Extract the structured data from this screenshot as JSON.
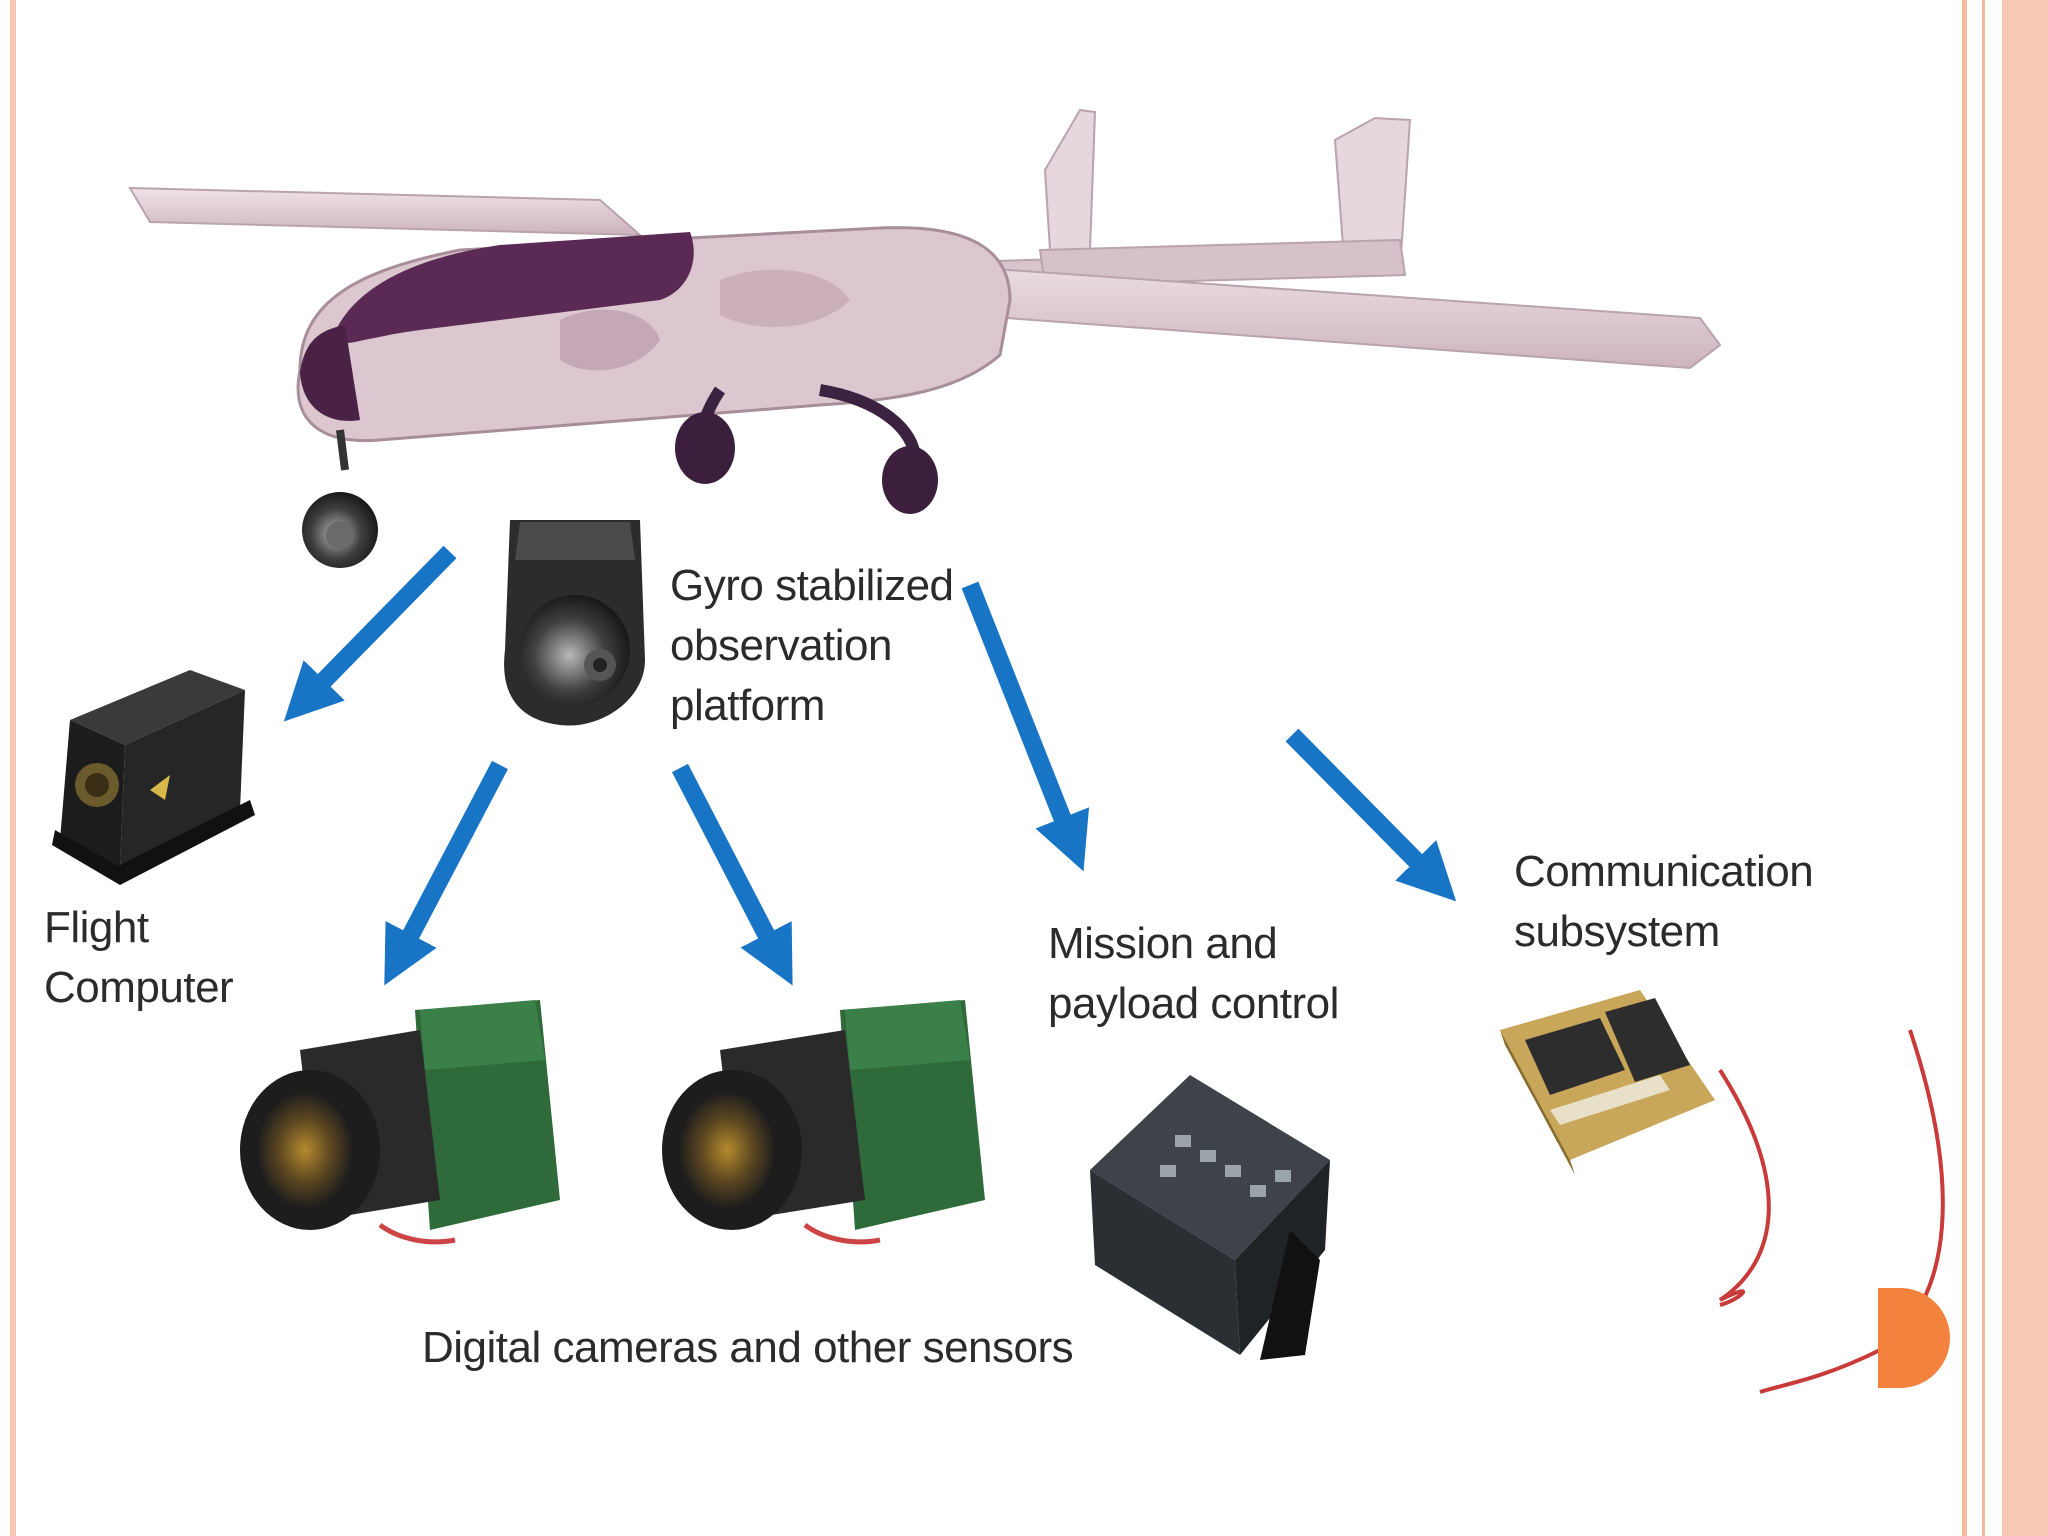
{
  "diagram": {
    "labels": {
      "gyro": [
        "Gyro stabilized",
        "observation",
        "platform"
      ],
      "flight_computer": [
        "Flight",
        "Computer"
      ],
      "mission": [
        "Mission and",
        "payload control"
      ],
      "communication": [
        "Communication",
        "subsystem"
      ],
      "cameras": "Digital cameras and other sensors"
    },
    "icons": [
      "uav-aircraft-icon",
      "gimbal-camera-icon",
      "flight-computer-box-icon",
      "camera-module-icon",
      "control-box-icon",
      "circuit-board-icon",
      "radio-wave-icon",
      "arrow-icon"
    ]
  },
  "colors": {
    "frame": "#f3b99f",
    "arrow": "#1874c4",
    "aircraft": "#dcc6cf",
    "aircraft_dark": "#5a2a55",
    "radio_waves": "#c93a3a",
    "slide_badge": "#f4823f"
  }
}
